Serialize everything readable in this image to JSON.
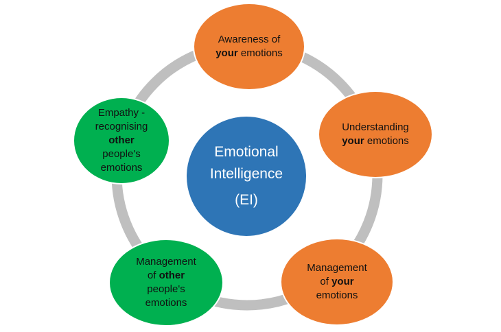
{
  "colors": {
    "ring": "#BFBFBF",
    "orange": "#ED7D31",
    "green": "#00B050",
    "blue": "#2E75B6"
  },
  "center": {
    "line1": "Emotional",
    "line2": "Intelligence",
    "line3": "(EI)"
  },
  "nodes": {
    "awareness": {
      "line1": "Awareness of",
      "bold": "your",
      "rest": " emotions"
    },
    "understanding": {
      "line1": "Understanding",
      "bold": "your",
      "rest": " emotions"
    },
    "management_your": {
      "line1": "Management",
      "pre": "of ",
      "bold": "your",
      "line3": "emotions"
    },
    "management_other": {
      "line1": "Management",
      "pre": "of ",
      "bold": "other",
      "line3": "people's",
      "line4": "emotions"
    },
    "empathy": {
      "line1": "Empathy -",
      "line2": "recognising",
      "bold": "other",
      "line4": "people's",
      "line5": "emotions"
    }
  }
}
